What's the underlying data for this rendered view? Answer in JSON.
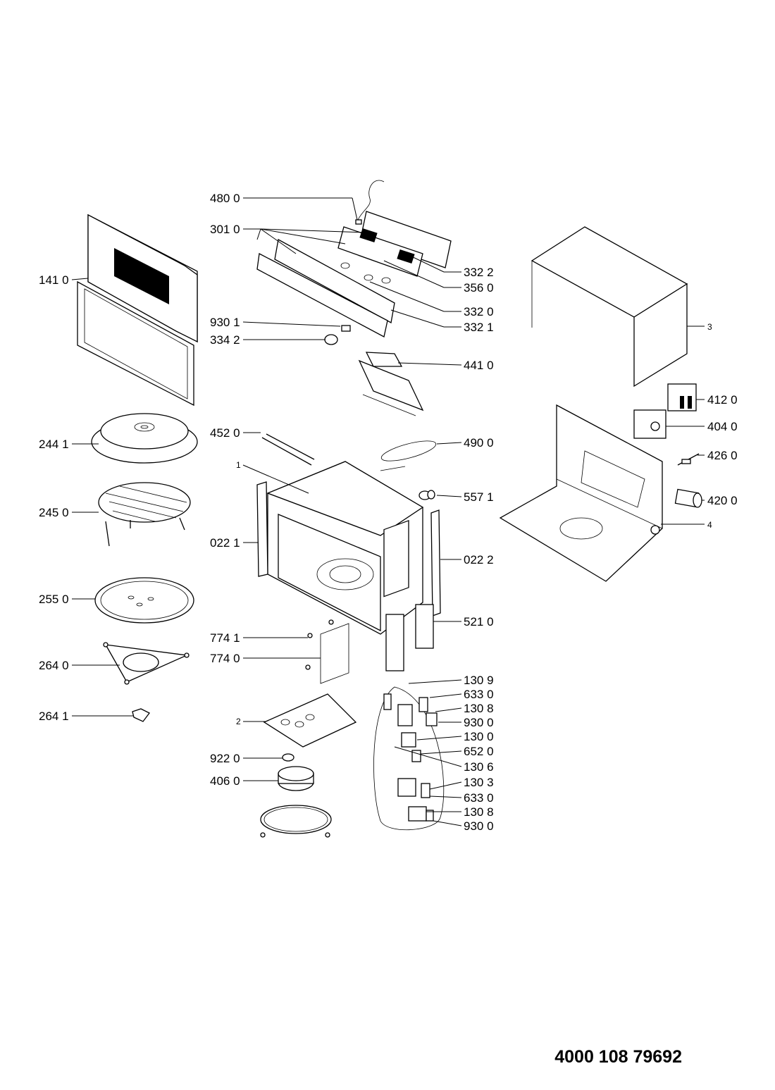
{
  "document": {
    "number": "4000 108 79692"
  },
  "labels": {
    "l1410": "141 0",
    "l2441": "244 1",
    "l2450": "245 0",
    "l2550": "255 0",
    "l2640": "264 0",
    "l2641": "264 1",
    "l4800": "480 0",
    "l3010": "301 0",
    "l9301": "930 1",
    "l3342": "334 2",
    "l4520": "452 0",
    "l1": "1",
    "l0221": "022 1",
    "l7741": "774 1",
    "l7740": "774 0",
    "l2": "2",
    "l9220": "922 0",
    "l4060": "406 0",
    "l3322": "332 2",
    "l3560": "356 0",
    "l3320": "332 0",
    "l3321": "332 1",
    "l4410": "441 0",
    "l4900": "490 0",
    "l5571": "557 1",
    "l0222": "022 2",
    "l5210": "521 0",
    "l1309": "130 9",
    "l6330a": "633 0",
    "l1308a": "130 8",
    "l9300a": "930 0",
    "l1300": "130 0",
    "l6520": "652 0",
    "l1306": "130 6",
    "l1303": "130 3",
    "l6330b": "633 0",
    "l1308b": "130 8",
    "l9300b": "930 0",
    "l3": "3",
    "l4120": "412 0",
    "l4040": "404 0",
    "l4260": "426 0",
    "l4200": "420 0",
    "l4": "4"
  }
}
